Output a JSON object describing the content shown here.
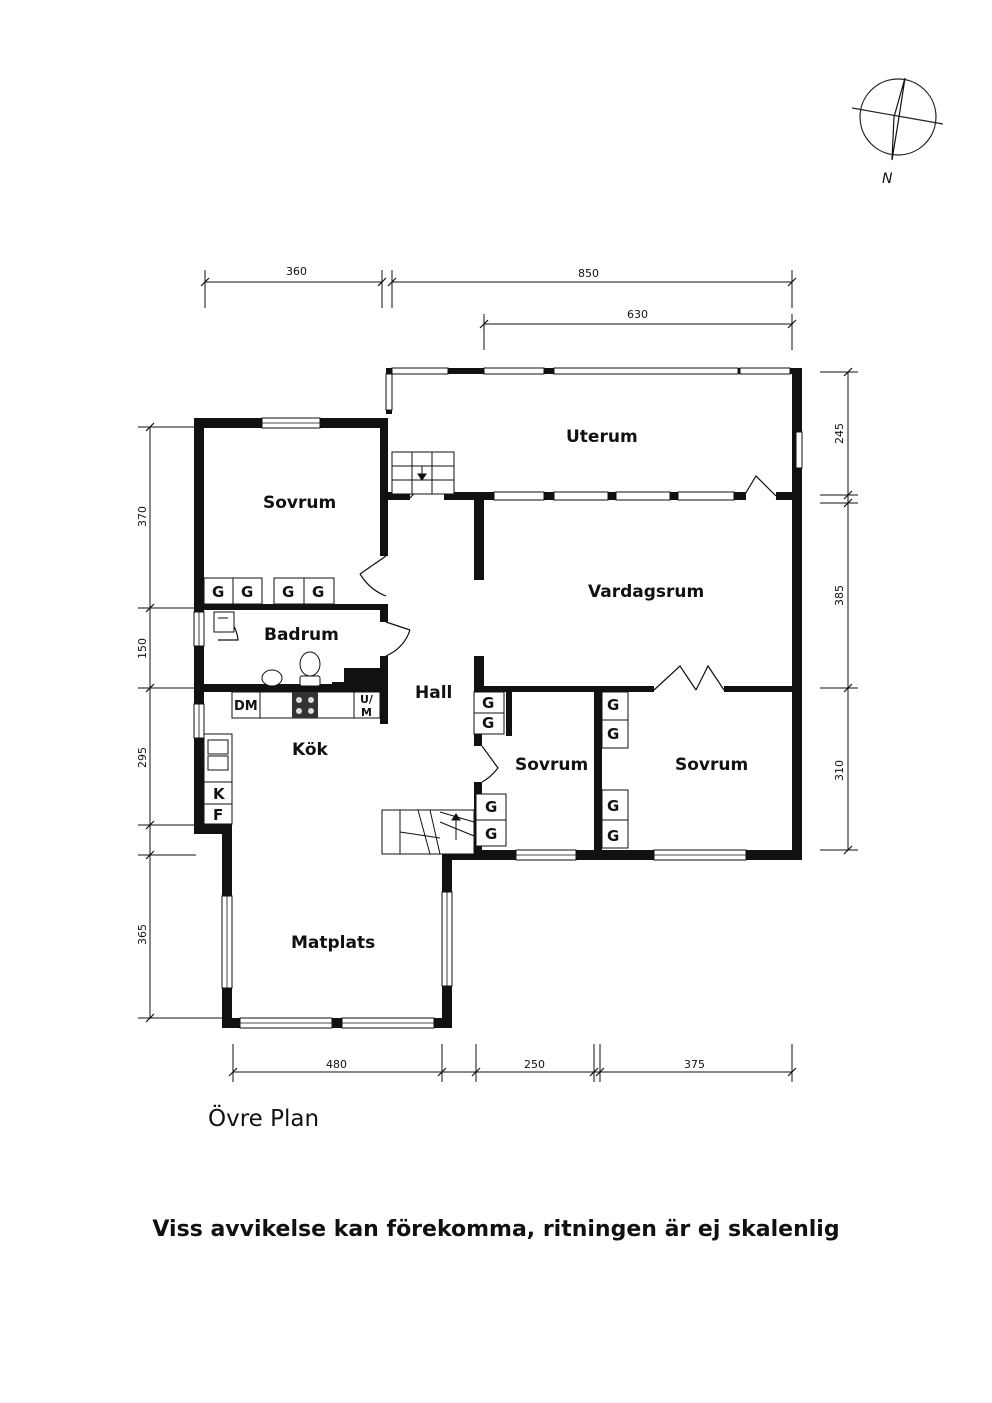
{
  "floor_title": "Övre Plan",
  "disclaimer": "Viss avvikelse kan förekomma, ritningen är ej skalenlig",
  "compass_label": "N",
  "rooms": {
    "uterum": "Uterum",
    "sovrum_nw": "Sovrum",
    "vardagsrum": "Vardagsrum",
    "badrum": "Badrum",
    "hall": "Hall",
    "kok": "Kök",
    "sovrum_mid": "Sovrum",
    "sovrum_east": "Sovrum",
    "matplats": "Matplats"
  },
  "codes": {
    "closet": "G",
    "dishwasher": "DM",
    "washer": "U/",
    "dryer": "M",
    "fridge": "K",
    "freezer": "F"
  },
  "dims": {
    "top_left": "360",
    "top_total": "850",
    "top_inner": "630",
    "left_1": "370",
    "left_2": "150",
    "left_3": "295",
    "left_4": "365",
    "right_1": "245",
    "right_2": "385",
    "right_3": "310",
    "bottom_1": "480",
    "bottom_2": "250",
    "bottom_3": "375"
  }
}
